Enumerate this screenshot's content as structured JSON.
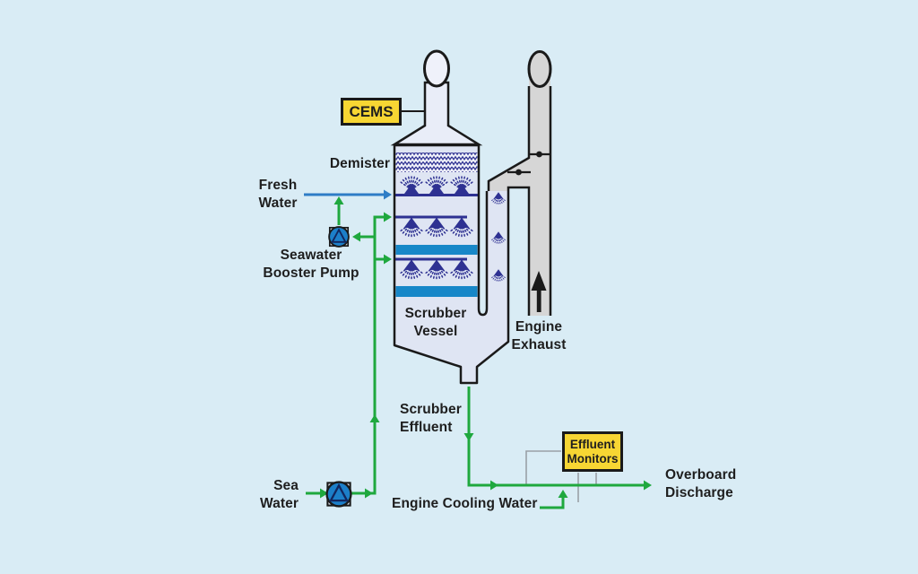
{
  "colors": {
    "background": "#d9ecf5",
    "outline": "#1a1a1a",
    "text": "#1e1e1e",
    "vessel_fill": "#dfe5f3",
    "vessel_top_fill": "#e9edf8",
    "stack_oval_fill": "#eff1fa",
    "exhaust_gray": "#d6d6d6",
    "navy": "#2e3192",
    "demister_bg": "#f3f4fb",
    "tray_blue": "#1787c8",
    "fresh_water_blue": "#2e7dc6",
    "flow_green": "#1fa83e",
    "sensor_gray": "#9aa0a6",
    "pump_blue": "#1c7fc9",
    "label_yellow": "#f7d633"
  },
  "labels": {
    "cems": "CEMS",
    "demister": "Demister",
    "fresh_water": "Fresh\nWater",
    "seawater_booster_pump": "Seawater\nBooster Pump",
    "scrubber_vessel": "Scrubber\nVessel",
    "engine_exhaust": "Engine\nExhaust",
    "scrubber_effluent": "Scrubber\nEffluent",
    "sea_water": "Sea\nWater",
    "engine_cooling_water": "Engine Cooling Water",
    "effluent_monitors": "Effluent\nMonitors",
    "overboard_discharge": "Overboard\nDischarge"
  },
  "icons": {
    "pump-icon": "circle with inscribed triangle on square base",
    "damper-icon": "line with center dot across duct",
    "exhaust-flow-arrow-icon": "solid black upward arrow",
    "spray-nozzle-icon": "solid triangle with dotted spray fan",
    "demister-pattern": "dense navy zigzag mesh band",
    "flow-arrowhead-icon": "small solid triangle on piping"
  }
}
